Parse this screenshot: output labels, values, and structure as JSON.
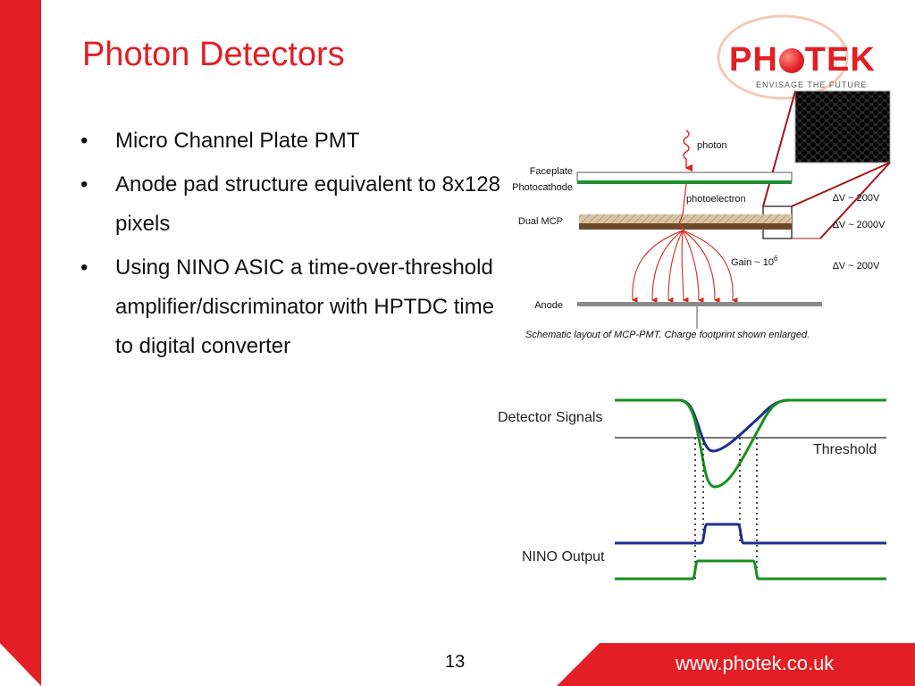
{
  "slide": {
    "title": "Photon Detectors",
    "bullets": [
      "Micro Channel Plate PMT",
      "Anode pad structure  equivalent to 8x128 pixels",
      "Using NINO ASIC a time-over-threshold amplifier/discriminator with HPTDC time to digital converter"
    ],
    "bullet_char": "•",
    "page_number": "13",
    "footer_url": "www.photek.co.uk"
  },
  "logo": {
    "word_a": "PH",
    "word_b": "TEK",
    "tagline": "ENVISAGE THE FUTURE"
  },
  "schematic": {
    "photon": "photon",
    "faceplate": "Faceplate",
    "photocathode": "Photocathode",
    "photoelectron": "photoelectron",
    "dual_mcp": "Dual MCP",
    "gain": "Gain ~ 10",
    "gain_exp": "6",
    "anode": "Anode",
    "dv1": "∆V ~ 200V",
    "dv2": "∆V ~ 2000V",
    "dv3": "∆V ~ 200V",
    "caption": "Schematic layout of MCP-PMT. Charge footprint shown enlarged."
  },
  "signals": {
    "detector_signals": "Detector Signals",
    "threshold": "Threshold",
    "nino_output": "NINO Output"
  },
  "colors": {
    "accent_red": "#e31e24",
    "signal_blue": "#1f2f8f",
    "signal_green": "#17901f",
    "faceplate_green": "#1f8f2f",
    "mcp_brown": "#6b4a2a",
    "anode_gray": "#8a8a8a"
  }
}
